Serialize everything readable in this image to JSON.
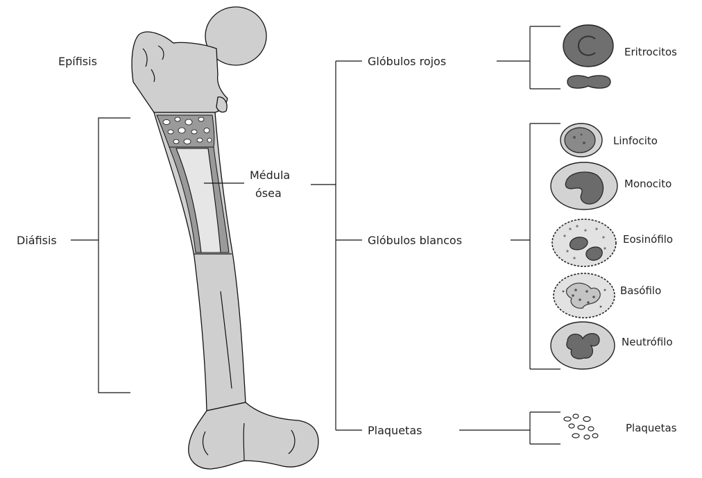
{
  "bone": {
    "epiphysis_label": "Epífisis",
    "diaphysis_label": "Diáfisis",
    "marrow_label_line1": "Médula",
    "marrow_label_line2": "ósea"
  },
  "branches": {
    "red_cells": "Glóbulos rojos",
    "white_cells": "Glóbulos blancos",
    "platelets": "Plaquetas"
  },
  "red_cell_types": [
    "Eritrocitos"
  ],
  "white_cell_types": [
    "Linfocito",
    "Monocito",
    "Eosinófilo",
    "Basófilo",
    "Neutrófilo"
  ],
  "platelet_types": [
    "Plaquetas"
  ]
}
